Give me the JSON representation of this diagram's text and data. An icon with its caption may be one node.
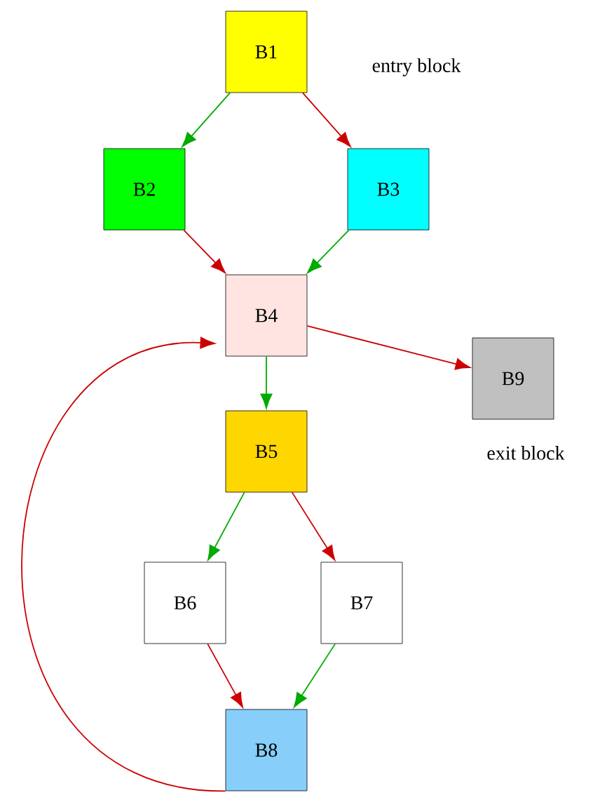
{
  "diagram": {
    "nodes": [
      {
        "text": [
          "B1"
        ],
        "beside": [
          "entry block"
        ]
      },
      {
        "text": [
          "B2"
        ]
      },
      {
        "text": [
          "B3"
        ]
      },
      {
        "text": [
          "B4"
        ]
      },
      {
        "text": [
          "B9"
        ],
        "beside": [
          "exit block"
        ]
      },
      {
        "text": [
          "B5"
        ]
      },
      {
        "text": [
          "B6"
        ]
      },
      {
        "text": [
          "B7"
        ]
      },
      {
        "text": [
          "B8"
        ]
      }
    ],
    "edges": [
      {
        "from": 0,
        "to": 1,
        "arrow": "to",
        "color": "#00aa00"
      },
      {
        "from": 0,
        "to": 2,
        "arrow": "to"
      },
      {
        "from": 1,
        "to": 3,
        "arrow": "to"
      },
      {
        "from": 2,
        "to": 3,
        "arrow": "to",
        "color": "#00aa00"
      },
      {
        "from": 3,
        "to": 5,
        "arrow": "to",
        "color": "#00aa00"
      },
      {
        "from": 3,
        "to": 4,
        "arrow": "to"
      },
      {
        "from": 5,
        "to": 6,
        "arrow": "to",
        "color": "#00aa00"
      },
      {
        "from": 5,
        "to": 7,
        "arrow": "to"
      },
      {
        "from": 6,
        "to": 8,
        "arrow": "to"
      },
      {
        "from": 7,
        "to": 8,
        "arrow": "to",
        "color": "#00aa00"
      },
      {
        "from": 8,
        "to": 3,
        "arrow": "to"
      }
    ]
  }
}
